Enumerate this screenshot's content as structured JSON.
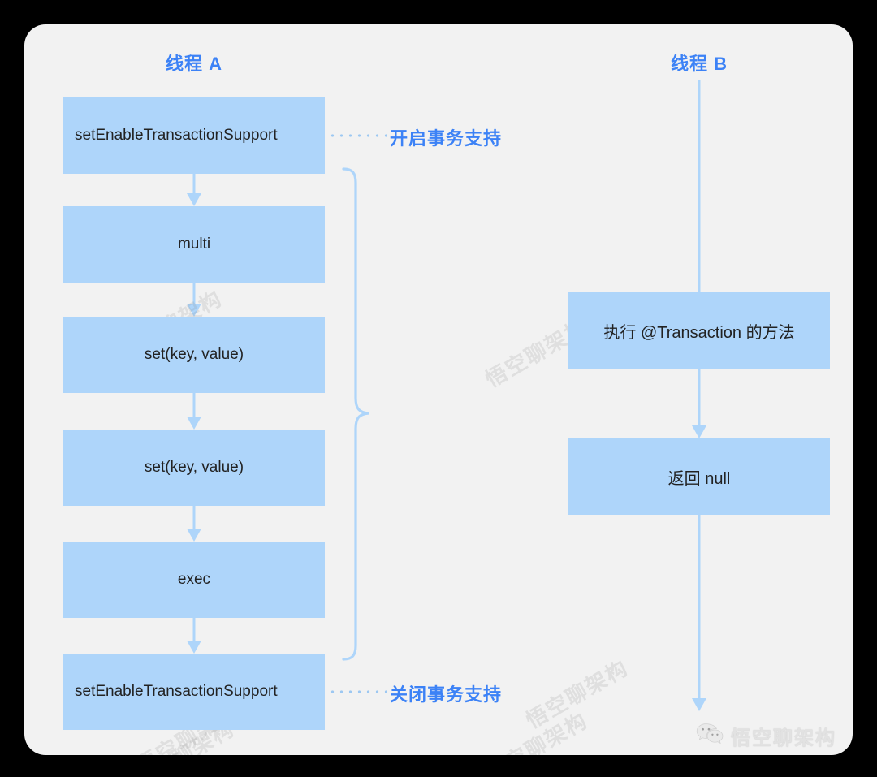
{
  "diagram": {
    "title_thread_a": "线程 A",
    "title_thread_b": "线程 B",
    "accent_color": "#3c82f6",
    "node_fill": "#aed5fa",
    "canvas_bg": "#f2f2f2",
    "page_bg": "#000000",
    "watermark_text": "悟空聊架构",
    "columns": [
      {
        "id": "thread-a",
        "title": "线程 A",
        "nodes": [
          {
            "id": "a1",
            "label": "setEnableTransactionSupport"
          },
          {
            "id": "a2",
            "label": "multi"
          },
          {
            "id": "a3",
            "label": "set(key, value)"
          },
          {
            "id": "a4",
            "label": "set(key, value)"
          },
          {
            "id": "a5",
            "label": "exec"
          },
          {
            "id": "a6",
            "label": "setEnableTransactionSupport"
          }
        ]
      },
      {
        "id": "thread-b",
        "title": "线程 B",
        "nodes": [
          {
            "id": "b1",
            "label": "执行 @Transaction 的方法"
          },
          {
            "id": "b2",
            "label": "返回 null"
          }
        ]
      }
    ],
    "annotations": [
      {
        "id": "enable-tx",
        "label": "开启事务支持",
        "attached_to": "a1"
      },
      {
        "id": "disable-tx",
        "label": "关闭事务支持",
        "attached_to": "a6"
      }
    ],
    "brace": {
      "id": "transaction-scope-brace",
      "spans_nodes": [
        "a2",
        "a3",
        "a4",
        "a5"
      ]
    }
  },
  "footer": {
    "badge_text": "悟空聊架构",
    "badge_icon": "wechat-icon"
  }
}
